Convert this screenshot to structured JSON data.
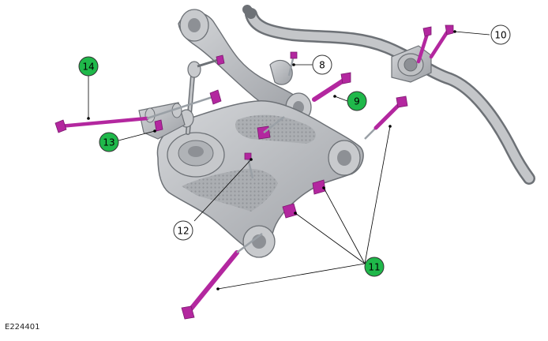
{
  "figure": {
    "code": "E224401",
    "colors": {
      "part_metal": "#b9bcc0",
      "part_edge": "#6d7176",
      "fastener": "#b3279f",
      "callout_highlight": "#1fb84a",
      "callout_plain": "#ffffff",
      "leader_line": "#000000"
    }
  },
  "callouts": [
    {
      "id": "c8",
      "label": "8",
      "highlighted": false
    },
    {
      "id": "c9",
      "label": "9",
      "highlighted": true
    },
    {
      "id": "c10",
      "label": "10",
      "highlighted": false
    },
    {
      "id": "c11",
      "label": "11",
      "highlighted": true
    },
    {
      "id": "c12",
      "label": "12",
      "highlighted": false
    },
    {
      "id": "c13",
      "label": "13",
      "highlighted": true
    },
    {
      "id": "c14",
      "label": "14",
      "highlighted": true
    }
  ]
}
